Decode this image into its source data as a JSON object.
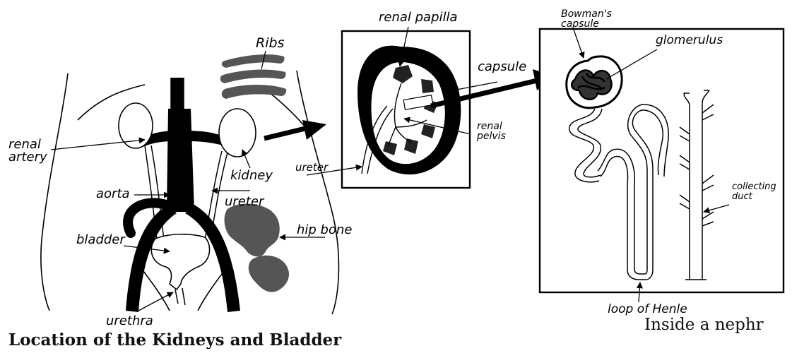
{
  "body_diagram": {
    "labels": {
      "ribs": "Ribs",
      "renal_artery_1": "renal",
      "renal_artery_2": "artery",
      "kidney": "kidney",
      "aorta": "aorta",
      "ureter": "ureter",
      "hip_bone": "hip bone",
      "bladder": "bladder",
      "urethra": "urethra"
    },
    "caption": "Location of the Kidneys and Bladder"
  },
  "kidney_diagram": {
    "labels": {
      "renal_papilla": "renal papilla",
      "capsule": "capsule",
      "renal_pelvis_1": "renal",
      "renal_pelvis_2": "pelvis",
      "ureter": "ureter"
    }
  },
  "nephron_diagram": {
    "labels": {
      "bowmans_capsule_1": "Bowman's",
      "bowmans_capsule_2": "capsule",
      "glomerulus": "glomerulus",
      "collecting_duct_1": "collecting",
      "collecting_duct_2": "duct",
      "loop_of_henle": "loop of Henle"
    },
    "caption": "Inside a nephr"
  },
  "colors": {
    "ink": "#000000",
    "paper": "#ffffff"
  }
}
